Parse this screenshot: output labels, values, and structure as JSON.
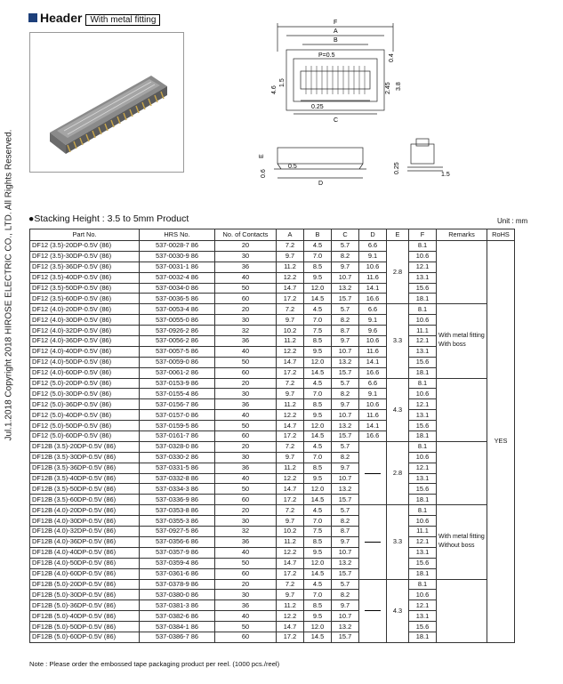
{
  "side_text": "Jul.1.2018  Copyright 2018 HIROSE ELECTRIC CO., LTD. All Rights Reserved.",
  "header": {
    "title": "Header",
    "tag": "With metal fitting"
  },
  "drawing_labels": {
    "F": "F",
    "A": "A",
    "B": "B",
    "P": "P=0.5",
    "d04": "0.4",
    "d46": "4.6",
    "d15": "1.5",
    "d245": "2.45",
    "d38": "3.8",
    "d025": "0.25",
    "C": "C",
    "E": "E",
    "d06": "0.6",
    "d05": "0.5",
    "D": "D",
    "d025b": "0.25",
    "d15b": "1.5"
  },
  "stacking_title": "●Stacking Height : 3.5 to 5mm Product",
  "unit": "Unit : mm",
  "columns": [
    "Part No.",
    "HRS No.",
    "No. of Contacts",
    "A",
    "B",
    "C",
    "D",
    "E",
    "F",
    "Remarks",
    "RoHS"
  ],
  "rohs": "YES",
  "groups": [
    {
      "E": "2.8",
      "remarks": [],
      "rows": [
        [
          "DF12 (3.5)-20DP-0.5V (86)",
          "537-0028-7 86",
          "20",
          "7.2",
          "4.5",
          "5.7",
          "6.6",
          "8.1"
        ],
        [
          "DF12 (3.5)-30DP-0.5V (86)",
          "537-0030-9 86",
          "30",
          "9.7",
          "7.0",
          "8.2",
          "9.1",
          "10.6"
        ],
        [
          "DF12 (3.5)-36DP-0.5V (86)",
          "537-0031-1 86",
          "36",
          "11.2",
          "8.5",
          "9.7",
          "10.6",
          "12.1"
        ],
        [
          "DF12 (3.5)-40DP-0.5V (86)",
          "537-0032-4 86",
          "40",
          "12.2",
          "9.5",
          "10.7",
          "11.6",
          "13.1"
        ],
        [
          "DF12 (3.5)-50DP-0.5V (86)",
          "537-0034-0 86",
          "50",
          "14.7",
          "12.0",
          "13.2",
          "14.1",
          "15.6"
        ],
        [
          "DF12 (3.5)-60DP-0.5V (86)",
          "537-0036-5 86",
          "60",
          "17.2",
          "14.5",
          "15.7",
          "16.6",
          "18.1"
        ]
      ]
    },
    {
      "E": "3.3",
      "remarks": [
        "With metal fitting",
        "With boss"
      ],
      "rows": [
        [
          "DF12 (4.0)-20DP-0.5V (86)",
          "537-0053-4 86",
          "20",
          "7.2",
          "4.5",
          "5.7",
          "6.6",
          "8.1"
        ],
        [
          "DF12 (4.0)-30DP-0.5V (86)",
          "537-0055-0 86",
          "30",
          "9.7",
          "7.0",
          "8.2",
          "9.1",
          "10.6"
        ],
        [
          "DF12 (4.0)-32DP-0.5V (86)",
          "537-0926-2 86",
          "32",
          "10.2",
          "7.5",
          "8.7",
          "9.6",
          "11.1"
        ],
        [
          "DF12 (4.0)-36DP-0.5V (86)",
          "537-0056-2 86",
          "36",
          "11.2",
          "8.5",
          "9.7",
          "10.6",
          "12.1"
        ],
        [
          "DF12 (4.0)-40DP-0.5V (86)",
          "537-0057-5 86",
          "40",
          "12.2",
          "9.5",
          "10.7",
          "11.6",
          "13.1"
        ],
        [
          "DF12 (4.0)-50DP-0.5V (86)",
          "537-0059-0 86",
          "50",
          "14.7",
          "12.0",
          "13.2",
          "14.1",
          "15.6"
        ],
        [
          "DF12 (4.0)-60DP-0.5V (86)",
          "537-0061-2 86",
          "60",
          "17.2",
          "14.5",
          "15.7",
          "16.6",
          "18.1"
        ]
      ]
    },
    {
      "E": "4.3",
      "remarks": [],
      "rows": [
        [
          "DF12 (5.0)-20DP-0.5V (86)",
          "537-0153-9 86",
          "20",
          "7.2",
          "4.5",
          "5.7",
          "6.6",
          "8.1"
        ],
        [
          "DF12 (5.0)-30DP-0.5V (86)",
          "537-0155-4 86",
          "30",
          "9.7",
          "7.0",
          "8.2",
          "9.1",
          "10.6"
        ],
        [
          "DF12 (5.0)-36DP-0.5V (86)",
          "537-0156-7 86",
          "36",
          "11.2",
          "8.5",
          "9.7",
          "10.6",
          "12.1"
        ],
        [
          "DF12 (5.0)-40DP-0.5V (86)",
          "537-0157-0 86",
          "40",
          "12.2",
          "9.5",
          "10.7",
          "11.6",
          "13.1"
        ],
        [
          "DF12 (5.0)-50DP-0.5V (86)",
          "537-0159-5 86",
          "50",
          "14.7",
          "12.0",
          "13.2",
          "14.1",
          "15.6"
        ],
        [
          "DF12 (5.0)-60DP-0.5V (86)",
          "537-0161-7 86",
          "60",
          "17.2",
          "14.5",
          "15.7",
          "16.6",
          "18.1"
        ]
      ]
    },
    {
      "E": "2.8",
      "remarks": [],
      "rows": [
        [
          "DF12B (3.5)-20DP-0.5V (86)",
          "537-0328-0 86",
          "20",
          "7.2",
          "4.5",
          "5.7",
          "",
          "8.1"
        ],
        [
          "DF12B (3.5)-30DP-0.5V (86)",
          "537-0330-2 86",
          "30",
          "9.7",
          "7.0",
          "8.2",
          "",
          "10.6"
        ],
        [
          "DF12B (3.5)-36DP-0.5V (86)",
          "537-0331-5 86",
          "36",
          "11.2",
          "8.5",
          "9.7",
          "",
          "12.1"
        ],
        [
          "DF12B (3.5)-40DP-0.5V (86)",
          "537-0332-8 86",
          "40",
          "12.2",
          "9.5",
          "10.7",
          "",
          "13.1"
        ],
        [
          "DF12B (3.5)-50DP-0.5V (86)",
          "537-0334-3 86",
          "50",
          "14.7",
          "12.0",
          "13.2",
          "",
          "15.6"
        ],
        [
          "DF12B (3.5)-60DP-0.5V (86)",
          "537-0336-9 86",
          "60",
          "17.2",
          "14.5",
          "15.7",
          "",
          "18.1"
        ]
      ]
    },
    {
      "E": "3.3",
      "remarks": [
        "With metal fitting",
        "Without boss"
      ],
      "rows": [
        [
          "DF12B (4.0)-20DP-0.5V (86)",
          "537-0353-8 86",
          "20",
          "7.2",
          "4.5",
          "5.7",
          "",
          "8.1"
        ],
        [
          "DF12B (4.0)-30DP-0.5V (86)",
          "537-0355-3 86",
          "30",
          "9.7",
          "7.0",
          "8.2",
          "",
          "10.6"
        ],
        [
          "DF12B (4.0)-32DP-0.5V (86)",
          "537-0927-5 86",
          "32",
          "10.2",
          "7.5",
          "8.7",
          "",
          "11.1"
        ],
        [
          "DF12B (4.0)-36DP-0.5V (86)",
          "537-0356-6 86",
          "36",
          "11.2",
          "8.5",
          "9.7",
          "",
          "12.1"
        ],
        [
          "DF12B (4.0)-40DP-0.5V (86)",
          "537-0357-9 86",
          "40",
          "12.2",
          "9.5",
          "10.7",
          "",
          "13.1"
        ],
        [
          "DF12B (4.0)-50DP-0.5V (86)",
          "537-0359-4 86",
          "50",
          "14.7",
          "12.0",
          "13.2",
          "",
          "15.6"
        ],
        [
          "DF12B (4.0)-60DP-0.5V (86)",
          "537-0361-6 86",
          "60",
          "17.2",
          "14.5",
          "15.7",
          "",
          "18.1"
        ]
      ]
    },
    {
      "E": "4.3",
      "remarks": [],
      "rows": [
        [
          "DF12B (5.0)-20DP-0.5V (86)",
          "537-0378-9 86",
          "20",
          "7.2",
          "4.5",
          "5.7",
          "",
          "8.1"
        ],
        [
          "DF12B (5.0)-30DP-0.5V (86)",
          "537-0380-0 86",
          "30",
          "9.7",
          "7.0",
          "8.2",
          "",
          "10.6"
        ],
        [
          "DF12B (5.0)-36DP-0.5V (86)",
          "537-0381-3 86",
          "36",
          "11.2",
          "8.5",
          "9.7",
          "",
          "12.1"
        ],
        [
          "DF12B (5.0)-40DP-0.5V (86)",
          "537-0382-6 86",
          "40",
          "12.2",
          "9.5",
          "10.7",
          "",
          "13.1"
        ],
        [
          "DF12B (5.0)-50DP-0.5V (86)",
          "537-0384-1 86",
          "50",
          "14.7",
          "12.0",
          "13.2",
          "",
          "15.6"
        ],
        [
          "DF12B (5.0)-60DP-0.5V (86)",
          "537-0386-7 86",
          "60",
          "17.2",
          "14.5",
          "15.7",
          "",
          "18.1"
        ]
      ]
    }
  ],
  "note": "Note : Please order the embossed tape packaging product per reel. (1000 pcs./reel)"
}
